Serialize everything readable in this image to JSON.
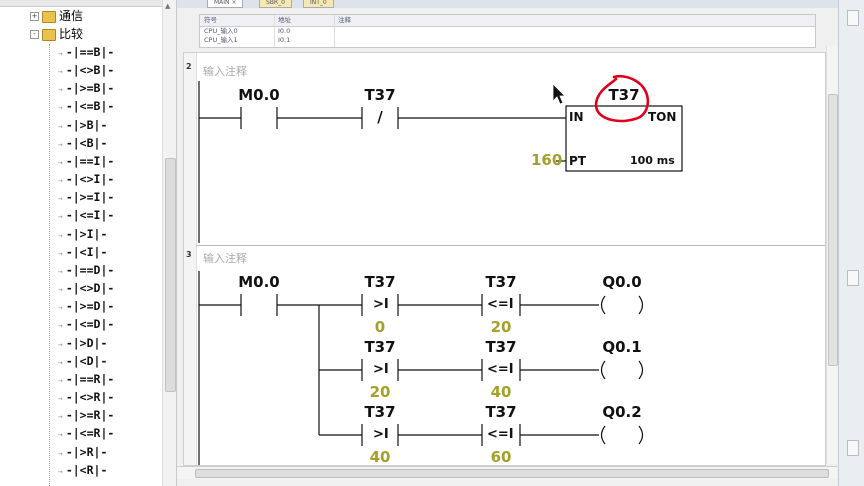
{
  "tree": {
    "folders": [
      {
        "label": "通信",
        "expander": "+"
      },
      {
        "label": "比较",
        "expander": "-"
      }
    ],
    "items": [
      "-|==B|-",
      "-|<>B|-",
      "-|>=B|-",
      "-|<=B|-",
      "-|>B|-",
      "-|<B|-",
      "-|==I|-",
      "-|<>I|-",
      "-|>=I|-",
      "-|<=I|-",
      "-|>I|-",
      "-|<I|-",
      "-|==D|-",
      "-|<>D|-",
      "-|>=D|-",
      "-|<=D|-",
      "-|>D|-",
      "-|<D|-",
      "-|==R|-",
      "-|<>R|-",
      "-|>=R|-",
      "-|<=R|-",
      "-|>R|-",
      "-|<R|-"
    ]
  },
  "tabs": [
    {
      "label": "MAIN ×"
    },
    {
      "label": "SBR_0"
    },
    {
      "label": "INT_0"
    }
  ],
  "symbol_table": {
    "headers": [
      "符号",
      "地址",
      "注释"
    ],
    "rows": [
      {
        "symbol": "CPU_输入0",
        "address": "I0.0",
        "comment": ""
      },
      {
        "symbol": "CPU_输入1",
        "address": "I0.1",
        "comment": ""
      }
    ]
  },
  "networks": [
    {
      "number": "2",
      "comment": "输入注释",
      "contacts": [
        {
          "operand": "M0.0",
          "type": "NO",
          "symbol": ""
        },
        {
          "operand": "T37",
          "type": "NC",
          "symbol": "/"
        }
      ],
      "timer": {
        "name": "T37",
        "type": "TON",
        "in_label": "IN",
        "pt_label": "PT",
        "pt_value": "160",
        "resolution": "100 ms"
      }
    },
    {
      "number": "3",
      "comment": "输入注释",
      "first_contact": {
        "operand": "M0.0"
      },
      "rungs": [
        {
          "c1": {
            "operand": "T37",
            "op": ">I",
            "value": "0"
          },
          "c2": {
            "operand": "T37",
            "op": "<=I",
            "value": "20"
          },
          "coil": {
            "operand": "Q0.0"
          }
        },
        {
          "c1": {
            "operand": "T37",
            "op": ">I",
            "value": "20"
          },
          "c2": {
            "operand": "T37",
            "op": "<=I",
            "value": "40"
          },
          "coil": {
            "operand": "Q0.1"
          }
        },
        {
          "c1": {
            "operand": "T37",
            "op": ">I",
            "value": "40"
          },
          "c2": {
            "operand": "T37",
            "op": "<=I",
            "value": "60"
          },
          "coil": {
            "operand": "Q0.2"
          }
        }
      ]
    }
  ],
  "colors": {
    "constant": "#a4a02a",
    "annotation": "#e0001a",
    "wire": "#111111"
  }
}
